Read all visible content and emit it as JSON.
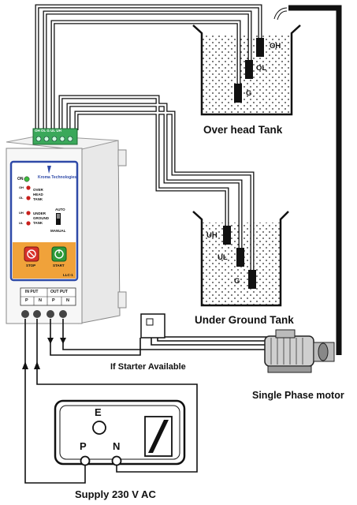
{
  "labels": {
    "overhead_tank": "Over head Tank",
    "underground_tank": "Under Ground Tank",
    "if_starter": "If Starter Available",
    "motor": "Single Phase motor",
    "supply": "Supply 230 V AC"
  },
  "overhead_probes": [
    "OH",
    "OL",
    "G"
  ],
  "underground_probes": [
    "UH",
    "UL",
    "G"
  ],
  "terminal_strip_label": "OH OL G UL UH",
  "controller": {
    "brand": "Kroma Technologies",
    "model": "LLC-1",
    "on_label": "ON",
    "overhead_indicator": "OVER HEAD TANK",
    "underground_indicator": "UNDER GROUND TANK",
    "oh_led": "OH",
    "ol_led": "OL",
    "uh_led": "UH",
    "ul_led": "UL",
    "auto_label": "AUTO",
    "manual_label": "MANUAL",
    "stop_label": "STOP",
    "start_label": "START",
    "input_label": "IN PUT",
    "output_label": "OUT PUT",
    "p_label": "P",
    "n_label": "N",
    "out_p_label": "P",
    "out_n_label": "N"
  },
  "socket": {
    "earth": "E",
    "phase": "P",
    "neutral": "N"
  },
  "colors": {
    "wire": "#111111",
    "water_dots": "#222222",
    "panel_orange": "#f0a23a",
    "panel_blue": "#2f4aa8",
    "stop_red": "#d8322b",
    "start_green": "#2e9a3a",
    "led_red": "#c8201c",
    "led_green": "#3dbb3d",
    "terminal_green": "#3aa85a"
  }
}
